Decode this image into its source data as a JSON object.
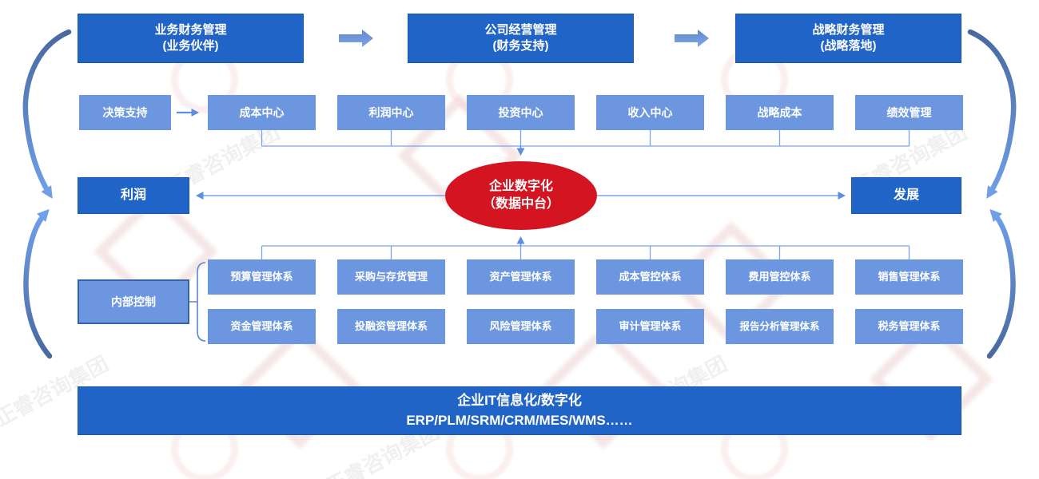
{
  "top_flow": {
    "boxes": [
      {
        "line1": "业务财务管理",
        "line2": "(业务伙伴)"
      },
      {
        "line1": "公司经营管理",
        "line2": "(财务支持)"
      },
      {
        "line1": "战略财务管理",
        "line2": "(战略落地)"
      }
    ]
  },
  "decision_support": "决策支持",
  "centers": [
    "成本中心",
    "利润中心",
    "投资中心",
    "收入中心",
    "战略成本",
    "绩效管理"
  ],
  "hub": {
    "line1": "企业数字化",
    "line2": "（数据中台）"
  },
  "outcomes": {
    "left": "利润",
    "right": "发展"
  },
  "internal_control": "内部控制",
  "systems_row1": [
    "预算管理体系",
    "采购与存货管理",
    "资产管理体系",
    "成本管控体系",
    "费用管控体系",
    "销售管理体系"
  ],
  "systems_row2": [
    "资金管理体系",
    "投融资管理体系",
    "风险管理体系",
    "审计管理体系",
    "报告分析管理体系",
    "税务管理体系"
  ],
  "it_bar": {
    "line1": "企业IT信息化/数字化",
    "line2": "ERP/PLM/SRM/CRM/MES/WMS……"
  },
  "watermark": {
    "text": "正睿咨询集团"
  },
  "colors": {
    "primary_blue": "#2164c7",
    "light_blue": "#6c97e0",
    "hub_red": "#d41521",
    "connector_blue": "#6f9fe9"
  }
}
